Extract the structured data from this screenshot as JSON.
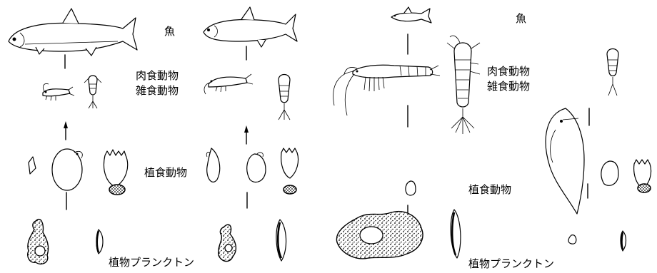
{
  "left_panel": {
    "labels": {
      "fish": "魚",
      "carnivore_line1": "肉食動物",
      "carnivore_line2": "雑食動物",
      "herbivore": "植食動物",
      "phytoplankton": "植物プランクトン"
    }
  },
  "right_panel": {
    "labels": {
      "fish": "魚",
      "carnivore_line1": "肉食動物",
      "carnivore_line2": "雑食動物",
      "herbivore": "植食動物",
      "phytoplankton": "植物プランクトン"
    }
  }
}
